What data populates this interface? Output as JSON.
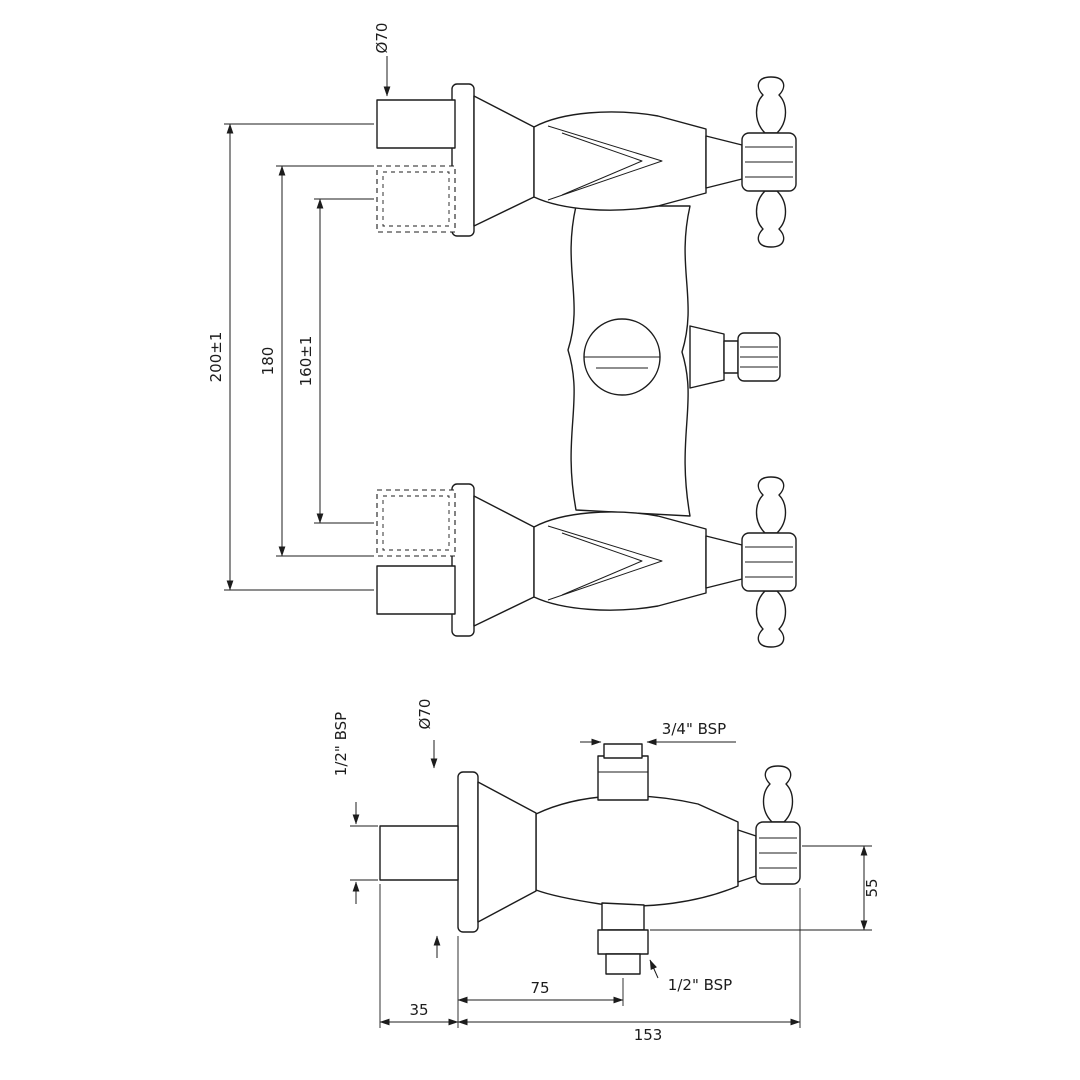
{
  "drawing": {
    "background": "#ffffff",
    "line_color": "#1c1c1c"
  },
  "front_view": {
    "dim_flange_diameter": "Ø70",
    "dim_overall_centres": "200±1",
    "dim_outer": "180",
    "dim_inner_centres": "160±1"
  },
  "side_view": {
    "dim_flange_diameter": "Ø70",
    "inlet_thread": "1/2\" BSP",
    "top_outlet_thread": "3/4\" BSP",
    "bottom_outlet_thread": "1/2\" BSP",
    "dim_handle_drop": "55",
    "dim_outlet_offset": "75",
    "dim_wall_projection": "35",
    "dim_overall_depth": "153"
  }
}
